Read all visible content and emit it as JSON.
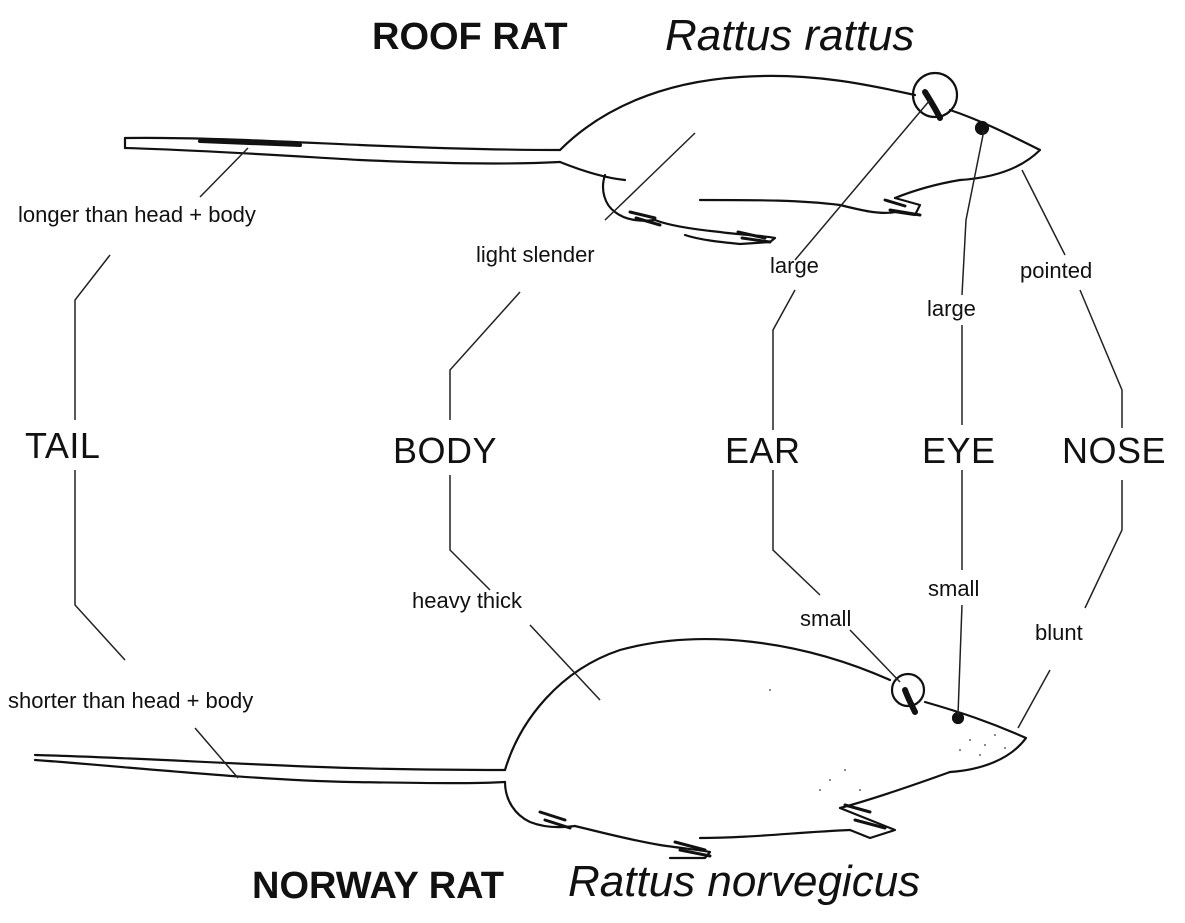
{
  "roof_rat": {
    "common_name": "ROOF RAT",
    "scientific_name": "Rattus rattus"
  },
  "norway_rat": {
    "common_name": "NORWAY RAT",
    "scientific_name": "Rattus norvegicus"
  },
  "categories": {
    "tail": "TAIL",
    "body": "BODY",
    "ear": "EAR",
    "eye": "EYE",
    "nose": "NOSE"
  },
  "roof_traits": {
    "tail": "longer than head + body",
    "body": "light slender",
    "ear": "large",
    "eye": "large",
    "nose": "pointed"
  },
  "norway_traits": {
    "tail": "shorter than head + body",
    "body": "heavy thick",
    "ear": "small",
    "eye": "small",
    "nose": "blunt"
  }
}
